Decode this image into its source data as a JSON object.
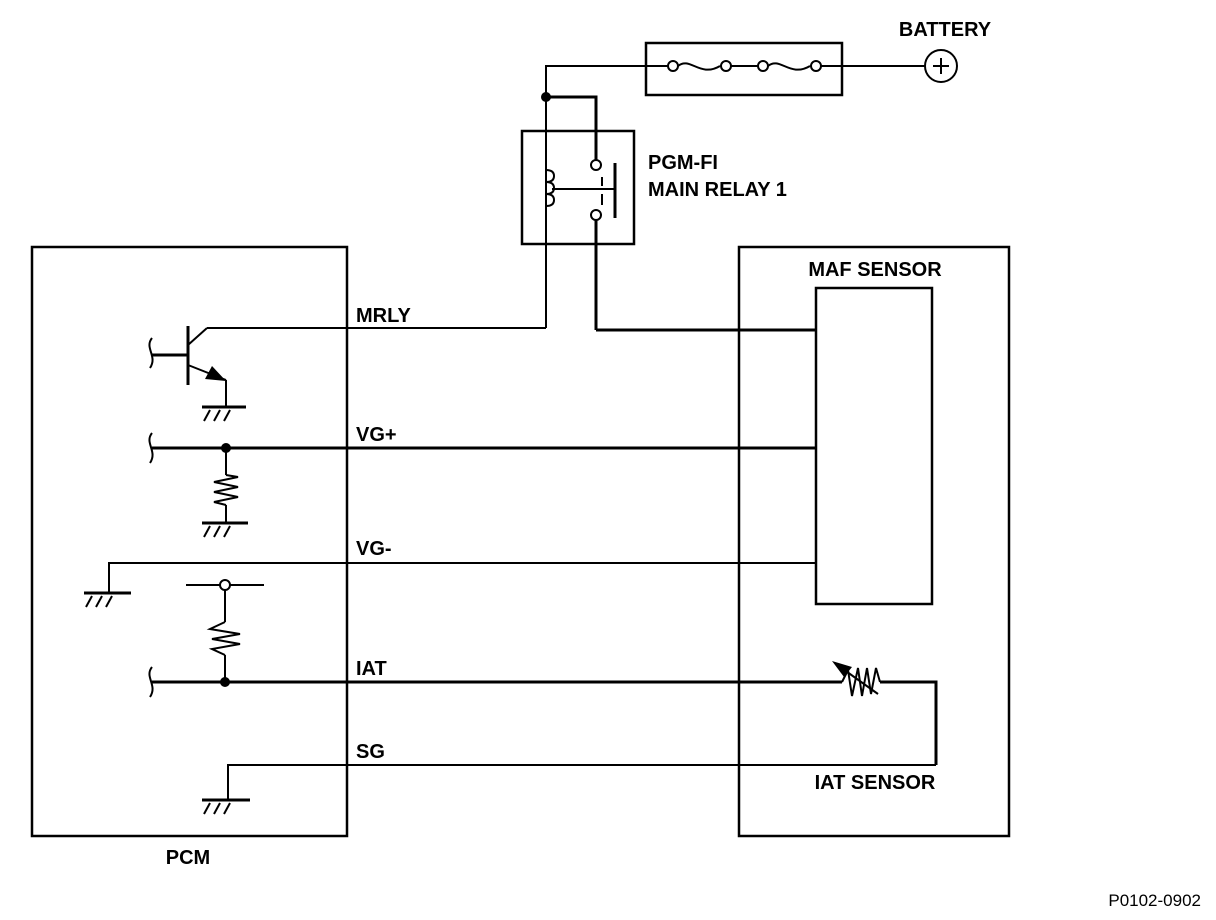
{
  "diagram": {
    "type": "wiring-schematic",
    "components": {
      "battery": {
        "label": "BATTERY",
        "symbol": "+"
      },
      "relay": {
        "label_line1": "PGM-FI",
        "label_line2": "MAIN RELAY 1"
      },
      "pcm": {
        "label": "PCM"
      },
      "maf_sensor": {
        "label": "MAF SENSOR"
      },
      "iat_sensor": {
        "label": "IAT SENSOR"
      }
    },
    "wires": [
      {
        "id": "mrly",
        "label": "MRLY"
      },
      {
        "id": "vg_plus",
        "label": "VG+"
      },
      {
        "id": "vg_minus",
        "label": "VG-"
      },
      {
        "id": "iat",
        "label": "IAT"
      },
      {
        "id": "sg",
        "label": "SG"
      }
    ],
    "figure_id": "P0102-0902"
  }
}
